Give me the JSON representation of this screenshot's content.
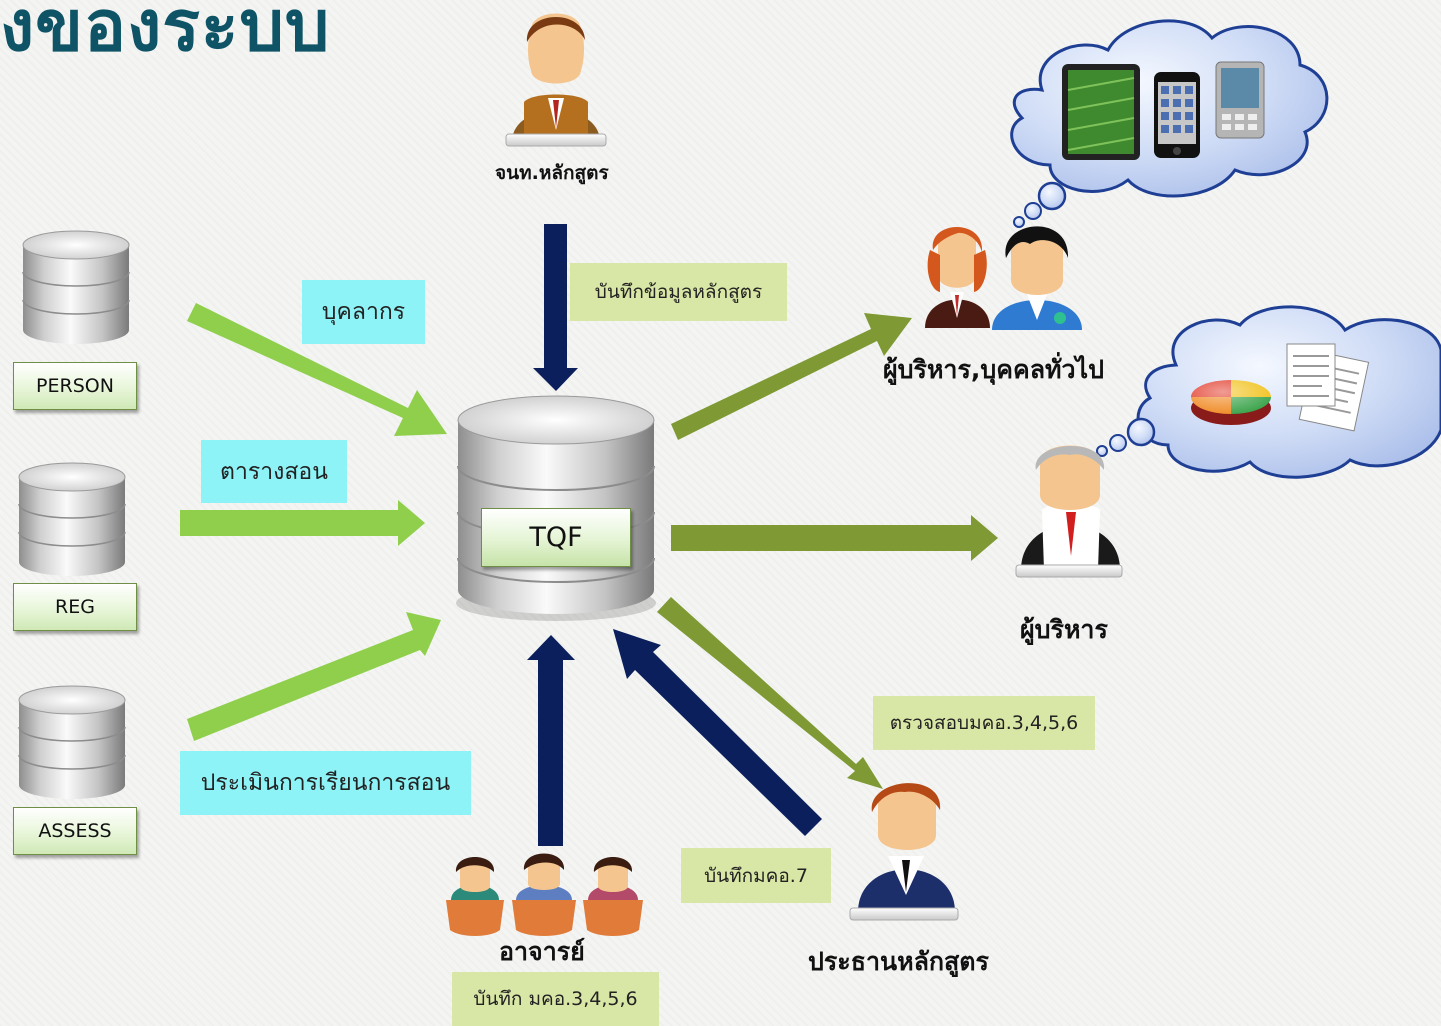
{
  "title": "งของระบบ",
  "center": {
    "label": "TQF"
  },
  "databases": [
    {
      "label": "PERSON"
    },
    {
      "label": "REG"
    },
    {
      "label": "ASSESS"
    }
  ],
  "flow_labels": {
    "personnel": "บุคลากร",
    "schedule": "ตารางสอน",
    "evaluation": "ประเมินการเรียนการสอน",
    "save_curriculum": "บันทึกข้อมูลหลักสูตร",
    "check_tqf": "ตรวจสอบมคอ.3,4,5,6",
    "save_tqf7": "บันทึกมคอ.7",
    "save_tqf": "บันทึก มคอ.3,4,5,6"
  },
  "actors": {
    "curriculum_staff": "จนท.หลักสูตร",
    "executives_public": "ผู้บริหาร,บุคคลทั่วไป",
    "executive": "ผู้บริหาร",
    "program_chair": "ประธานหลักสูตร",
    "lecturers": "อาจารย์"
  },
  "icons": {
    "devices": "mobile-devices-icon",
    "reports": "reports-icon"
  },
  "colors": {
    "title": "#0e5466",
    "light_green_arrow": "#8fcf4c",
    "olive_arrow": "#7f9a34",
    "navy_arrow": "#0b1f5c",
    "cyan_label": "#8ef3f7",
    "green_label": "#d8e6a6"
  }
}
